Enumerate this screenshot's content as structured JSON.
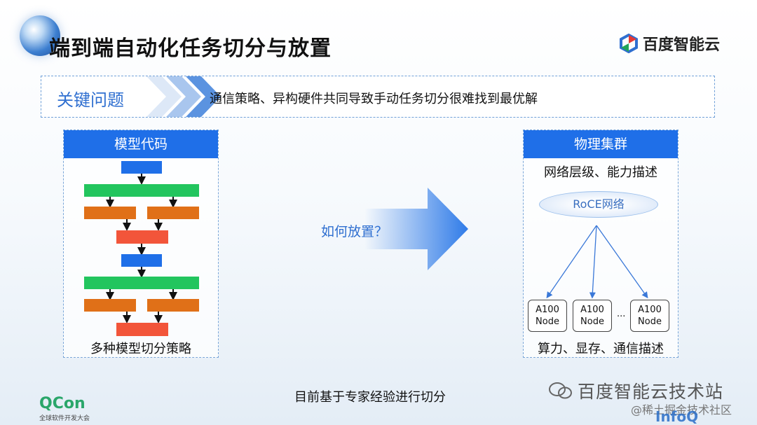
{
  "header": {
    "title": "端到端自动化任务切分与放置",
    "brand": "百度智能云"
  },
  "key_issue": {
    "label": "关键问题",
    "text": "通信策略、异构硬件共同导致手动任务切分很难找到最优解"
  },
  "model_panel": {
    "title": "模型代码",
    "footer": "多种模型切分策略"
  },
  "center": {
    "question": "如何放置？"
  },
  "cluster_panel": {
    "title": "物理集群",
    "subtitle": "网络层级、能力描述",
    "network": "RoCE网络",
    "nodes": [
      {
        "line1": "A100",
        "line2": "Node"
      },
      {
        "line1": "A100",
        "line2": "Node"
      },
      {
        "line1": "A100",
        "line2": "Node"
      }
    ],
    "ellipsis": "...",
    "footer": "算力、显存、通信描述"
  },
  "bottom": {
    "note": "目前基于专家经验进行切分",
    "conference": "QCon",
    "conference_sub": "全球软件开发大会",
    "watermark": "百度智能云技术站",
    "watermark_small": "@稀土掘金技术社区",
    "infoq": "InfoQ"
  },
  "colors": {
    "blue": "#1f6fe8",
    "green": "#22c55e",
    "orange": "#e07018",
    "red": "#f2553a",
    "accent_text": "#2f6fd0"
  }
}
